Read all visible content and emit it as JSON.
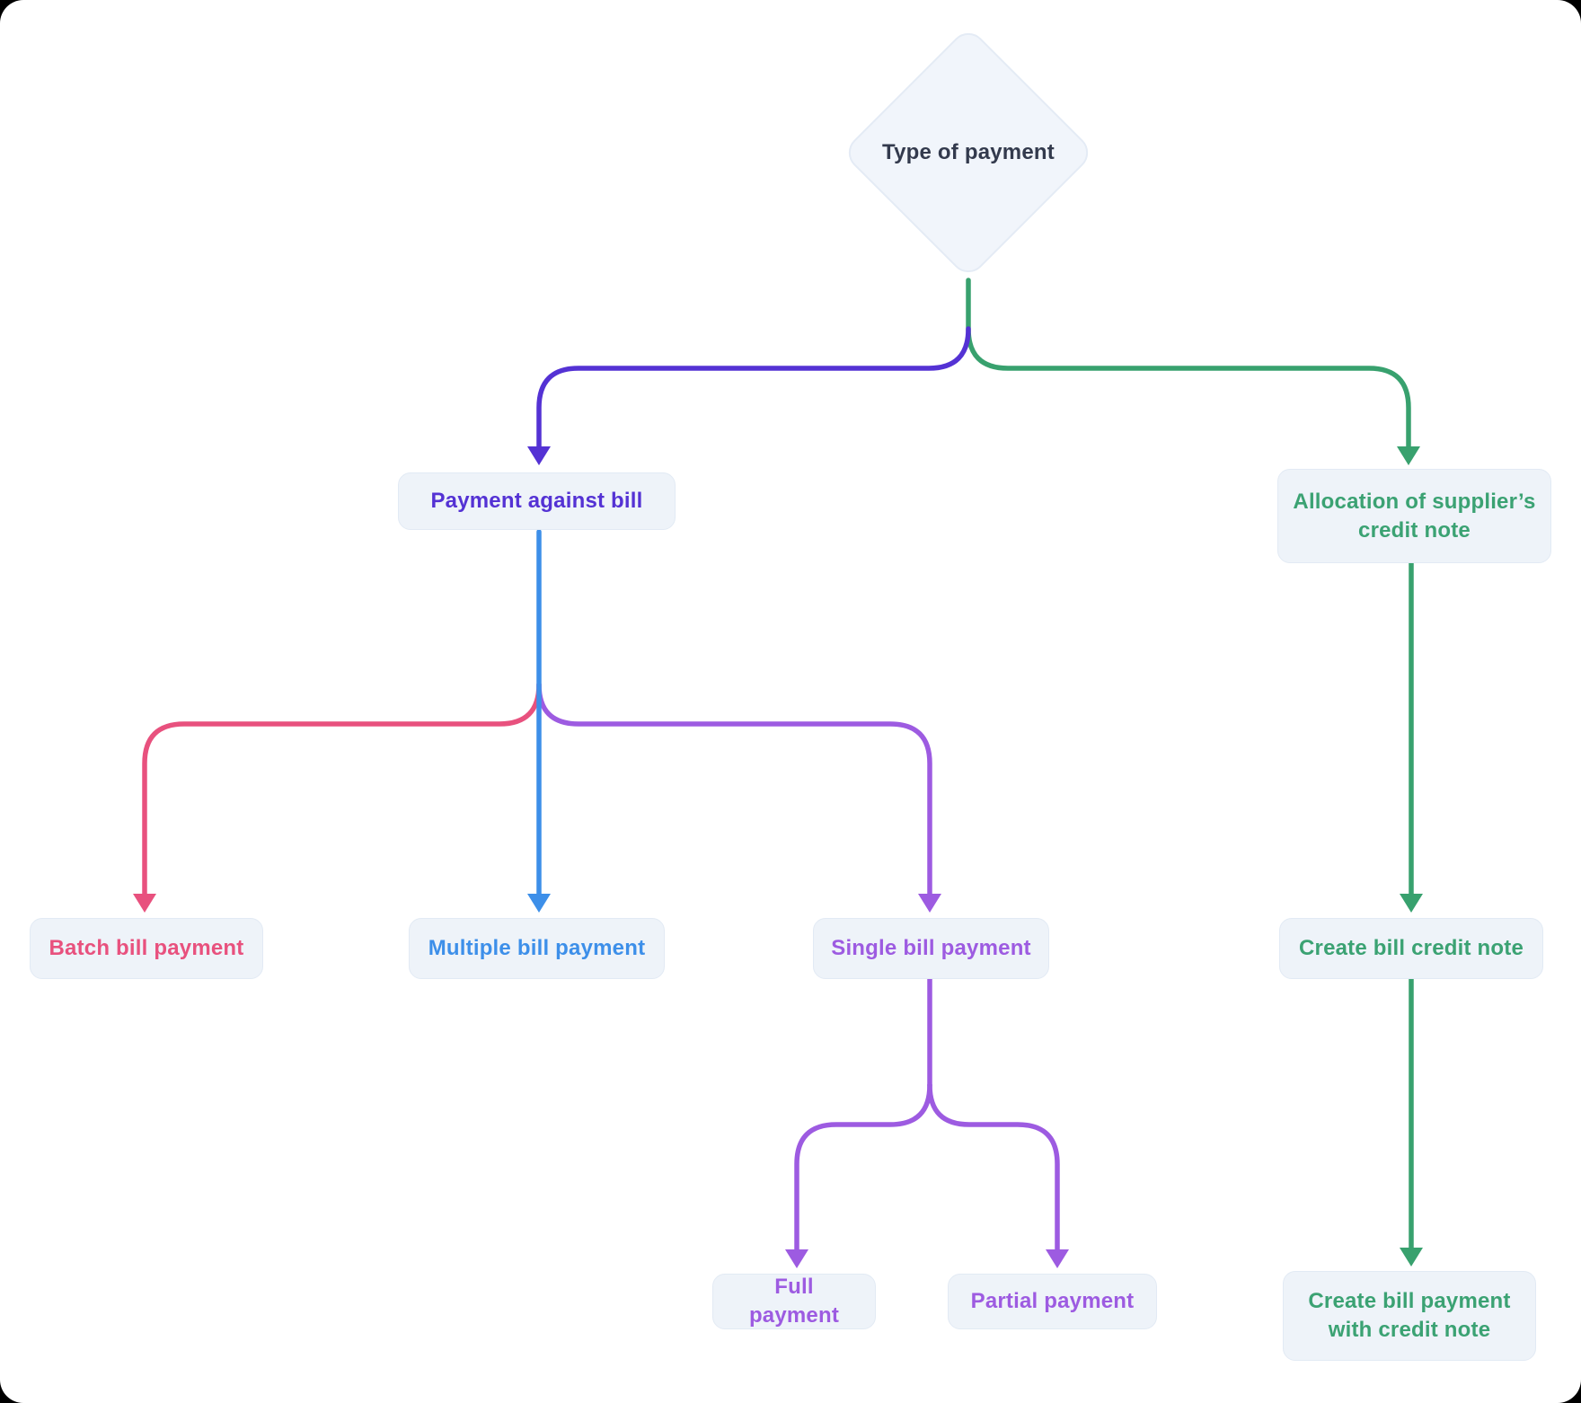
{
  "title": "Type of payment flowchart",
  "colors": {
    "indigo": "#5432D4",
    "green": "#38A16E",
    "green_text": "#3BA273",
    "blue": "#3D8FE9",
    "pink": "#E8517E",
    "purple": "#9D5BE1",
    "navy": "#333A4D",
    "node_bg": "#EEF3F9",
    "node_border": "#E2EAF4",
    "canvas_bg": "#FFFFFF"
  },
  "nodes": {
    "root": {
      "label": "Type of payment",
      "color": "#333A4D",
      "shape": "diamond"
    },
    "payment_against_bill": {
      "label": "Payment against bill",
      "color": "#5432D4",
      "shape": "rect"
    },
    "allocation_credit_note": {
      "label": "Allocation of supplier’s credit note",
      "color": "#3BA273",
      "shape": "rect"
    },
    "batch_bill_payment": {
      "label": "Batch bill payment",
      "color": "#E8517E",
      "shape": "rect"
    },
    "multiple_bill_payment": {
      "label": "Multiple bill payment",
      "color": "#3D8FE9",
      "shape": "rect"
    },
    "single_bill_payment": {
      "label": "Single bill payment",
      "color": "#9D5BE1",
      "shape": "rect"
    },
    "create_bill_credit_note": {
      "label": "Create bill credit note",
      "color": "#3BA273",
      "shape": "rect"
    },
    "full_payment": {
      "label": "Full payment",
      "color": "#9D5BE1",
      "shape": "rect"
    },
    "partial_payment": {
      "label": "Partial payment",
      "color": "#9D5BE1",
      "shape": "rect"
    },
    "create_bill_payment_with_credit_note": {
      "label": "Create bill payment with credit note",
      "color": "#3BA273",
      "shape": "rect"
    }
  },
  "edges": [
    {
      "from": "type-of-payment",
      "to": "payment-against-bill",
      "color": "#5432D4"
    },
    {
      "from": "type-of-payment",
      "to": "allocation-of-suppliers-credit-note",
      "color": "#38A16E"
    },
    {
      "from": "payment-against-bill",
      "to": "batch-bill-payment",
      "color": "#E8517E"
    },
    {
      "from": "payment-against-bill",
      "to": "multiple-bill-payment",
      "color": "#3D8FE9"
    },
    {
      "from": "payment-against-bill",
      "to": "single-bill-payment",
      "color": "#9D5BE1"
    },
    {
      "from": "single-bill-payment",
      "to": "full-payment",
      "color": "#9D5BE1"
    },
    {
      "from": "single-bill-payment",
      "to": "partial-payment",
      "color": "#9D5BE1"
    },
    {
      "from": "allocation-of-suppliers-credit-note",
      "to": "create-bill-credit-note",
      "color": "#38A16E"
    },
    {
      "from": "create-bill-credit-note",
      "to": "create-bill-payment-with-credit-note",
      "color": "#38A16E"
    }
  ]
}
